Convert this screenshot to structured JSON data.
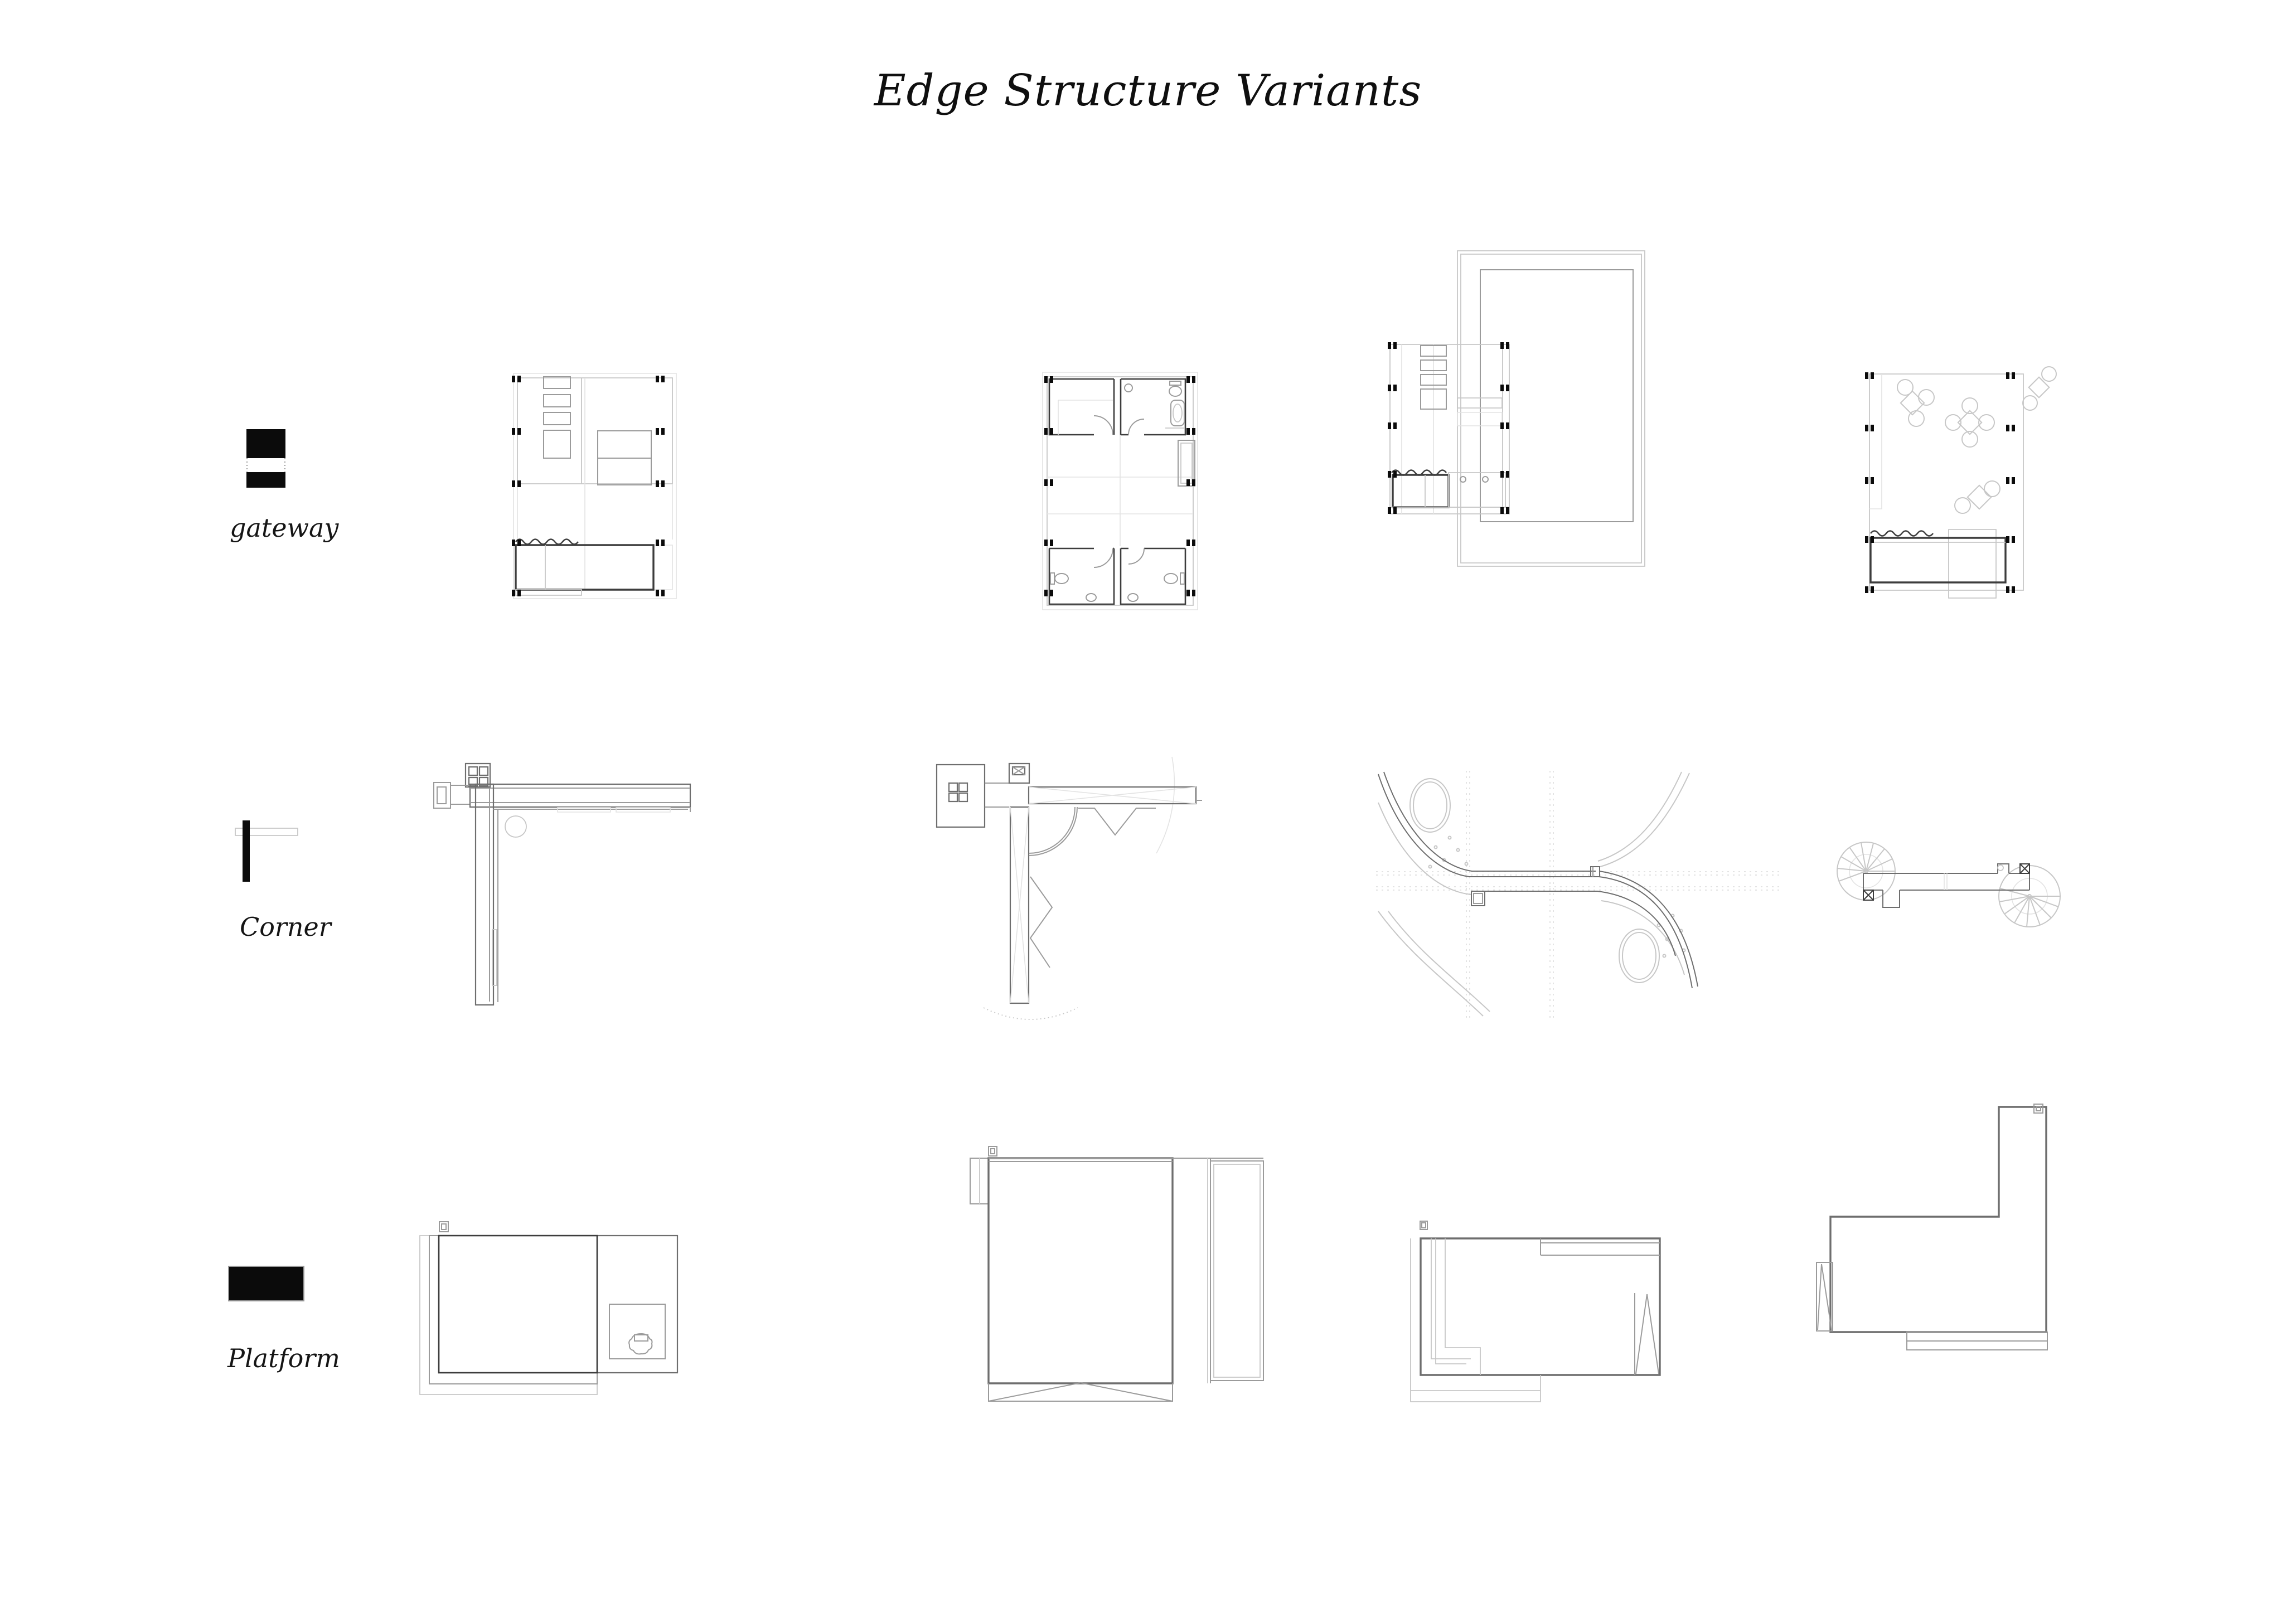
{
  "title": "Edge Structure Variants",
  "colors": {
    "paper": "#ffffff",
    "ink": "#0f0f0f",
    "wall_dark": "#3d3d3d",
    "wall_mid": "#9b9b9b",
    "wall_light": "#c7c7c7"
  },
  "rows": [
    {
      "id": "gateway",
      "label": "gateway",
      "glyph": "gateway-glyph-icon"
    },
    {
      "id": "corner",
      "label": "Corner",
      "glyph": "corner-glyph-icon"
    },
    {
      "id": "platform",
      "label": "Platform",
      "glyph": "platform-glyph-icon"
    }
  ]
}
